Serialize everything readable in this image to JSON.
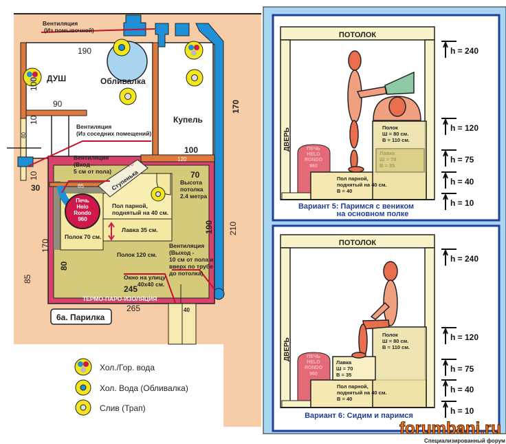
{
  "plan": {
    "vent_wash": [
      "Вентиляция",
      "(Из помывочной)"
    ],
    "vent_neighbors": [
      "Вентиляция",
      "(Из соседних помещений)"
    ],
    "vent_in": [
      "Вентиляция",
      "(Вход -",
      "5 см от пола)"
    ],
    "vent_out": [
      "Вентиляция",
      "(Выход -",
      "10 см от пола и",
      "вверх по трубе",
      "до потолка)"
    ],
    "shower": "ДУШ",
    "douse": "Обливалка",
    "plunge": "Купель",
    "step": "Ступенька",
    "stove": [
      "Печь",
      "Helo",
      "Rondo",
      "960"
    ],
    "shelf70": "Полок 70 см.",
    "floor": [
      "Пол парной,",
      "поднятый на 40 см."
    ],
    "bench": "Лавка 35 см.",
    "ceiling_height": [
      "Высота",
      "потолка",
      "2.4 метра"
    ],
    "shelf120": "Полок 120 см.",
    "window": [
      "Окно на улицу",
      "40х40 см."
    ],
    "insulation": "ТЕРМО-ПАРО-ИЗОЛЯЦИЯ",
    "room_label": "6а. Парилка",
    "dims": {
      "d190": "190",
      "d100a": "100",
      "d90": "90",
      "d10a": "10",
      "d80a": "80",
      "d10b": "10",
      "d100b": "100",
      "d170a": "170",
      "d120": "120",
      "d70a": "70",
      "d70b": "70",
      "d85a": "85",
      "d30": "30",
      "d170b": "170",
      "d80b": "80",
      "d85b": "85",
      "d190b": "190",
      "d210": "210",
      "d245": "245",
      "d265": "265",
      "d40": "40"
    }
  },
  "legend": [
    {
      "label": "Хол./Гор. вода",
      "icon": "hot-cold-water-icon"
    },
    {
      "label": "Хол. Вода (Обливалка)",
      "icon": "cold-water-icon"
    },
    {
      "label": "Слив (Трап)",
      "icon": "drain-icon"
    }
  ],
  "variant5": {
    "ceiling": "ПОТОЛОК",
    "door": "ДВЕРЬ",
    "stove": [
      "ПЕЧЬ",
      "HELO",
      "RONDO",
      "960"
    ],
    "shelf": [
      "Полок",
      "Ш = 80 см.",
      "В = 110 см."
    ],
    "bench": [
      "Лавка",
      "Ш = 70",
      "В = 35"
    ],
    "floor": [
      "Пол парной,",
      "поднятый на 40 см.",
      "В = 40"
    ],
    "title": [
      "Вариант 5: Паримся с веником",
      "на основном полке"
    ],
    "heights": [
      "h = 240",
      "h = 120",
      "h = 75",
      "h = 40",
      "h = 10"
    ]
  },
  "variant6": {
    "ceiling": "ПОТОЛОК",
    "door": "ДВЕРЬ",
    "stove": [
      "ПЕЧЬ",
      "HELO",
      "RONDO",
      "960"
    ],
    "shelf": [
      "Полок",
      "Ш = 80 см.",
      "В = 110 см."
    ],
    "bench": [
      "Лавка",
      "Ш = 70",
      "В = 35"
    ],
    "floor": [
      "Пол парной,",
      "поднятый на 40 см.",
      "В = 40"
    ],
    "title": [
      "Вариант 6: Сидим и паримся"
    ],
    "heights": [
      "h = 240",
      "h = 120",
      "h = 75",
      "h = 40",
      "h = 10"
    ]
  },
  "watermark": {
    "logo": "forumbani.ru",
    "tagline": "Специализированный форум"
  },
  "colors": {
    "peach": "#f6cda6",
    "wall": "#e07a3c",
    "pipe": "#1f8fd6",
    "sauna": "#d5c97a",
    "insulation": "#d8436c",
    "stove": "#d0194a",
    "panel_bg": "#a8d6f2",
    "panel_border": "#1e3f9a",
    "title_blue": "#1e3f9a"
  }
}
